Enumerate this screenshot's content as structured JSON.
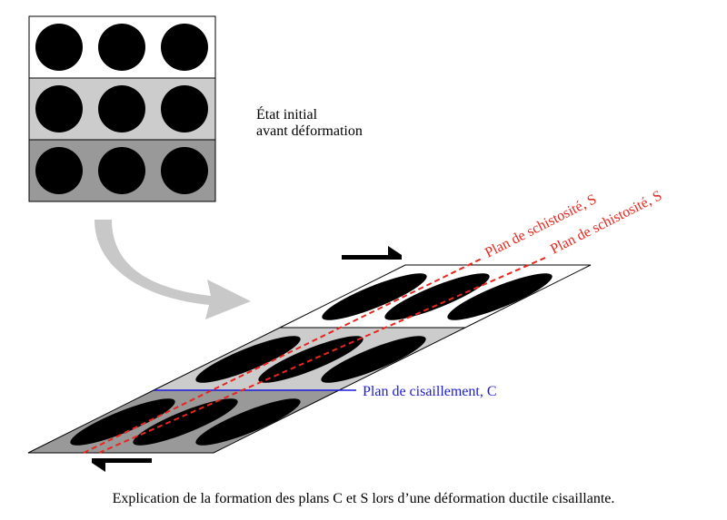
{
  "initial_state": {
    "line1": "État initial",
    "line2": "avant déformation"
  },
  "labels": {
    "schistosity": "Plan de schistosité, S",
    "shear_plane": "Plan de cisaillement, C"
  },
  "caption": "Explication de la formation des plans C et S lors d’une déformation ductile cisaillante.",
  "colors": {
    "band_top": "#ffffff",
    "band_middle": "#cccccc",
    "band_bottom": "#999999",
    "schistosity": "#e8261d",
    "shear_plane": "#1a1adb",
    "arrow": "#c8c8c8",
    "ellipse": "#000000"
  }
}
